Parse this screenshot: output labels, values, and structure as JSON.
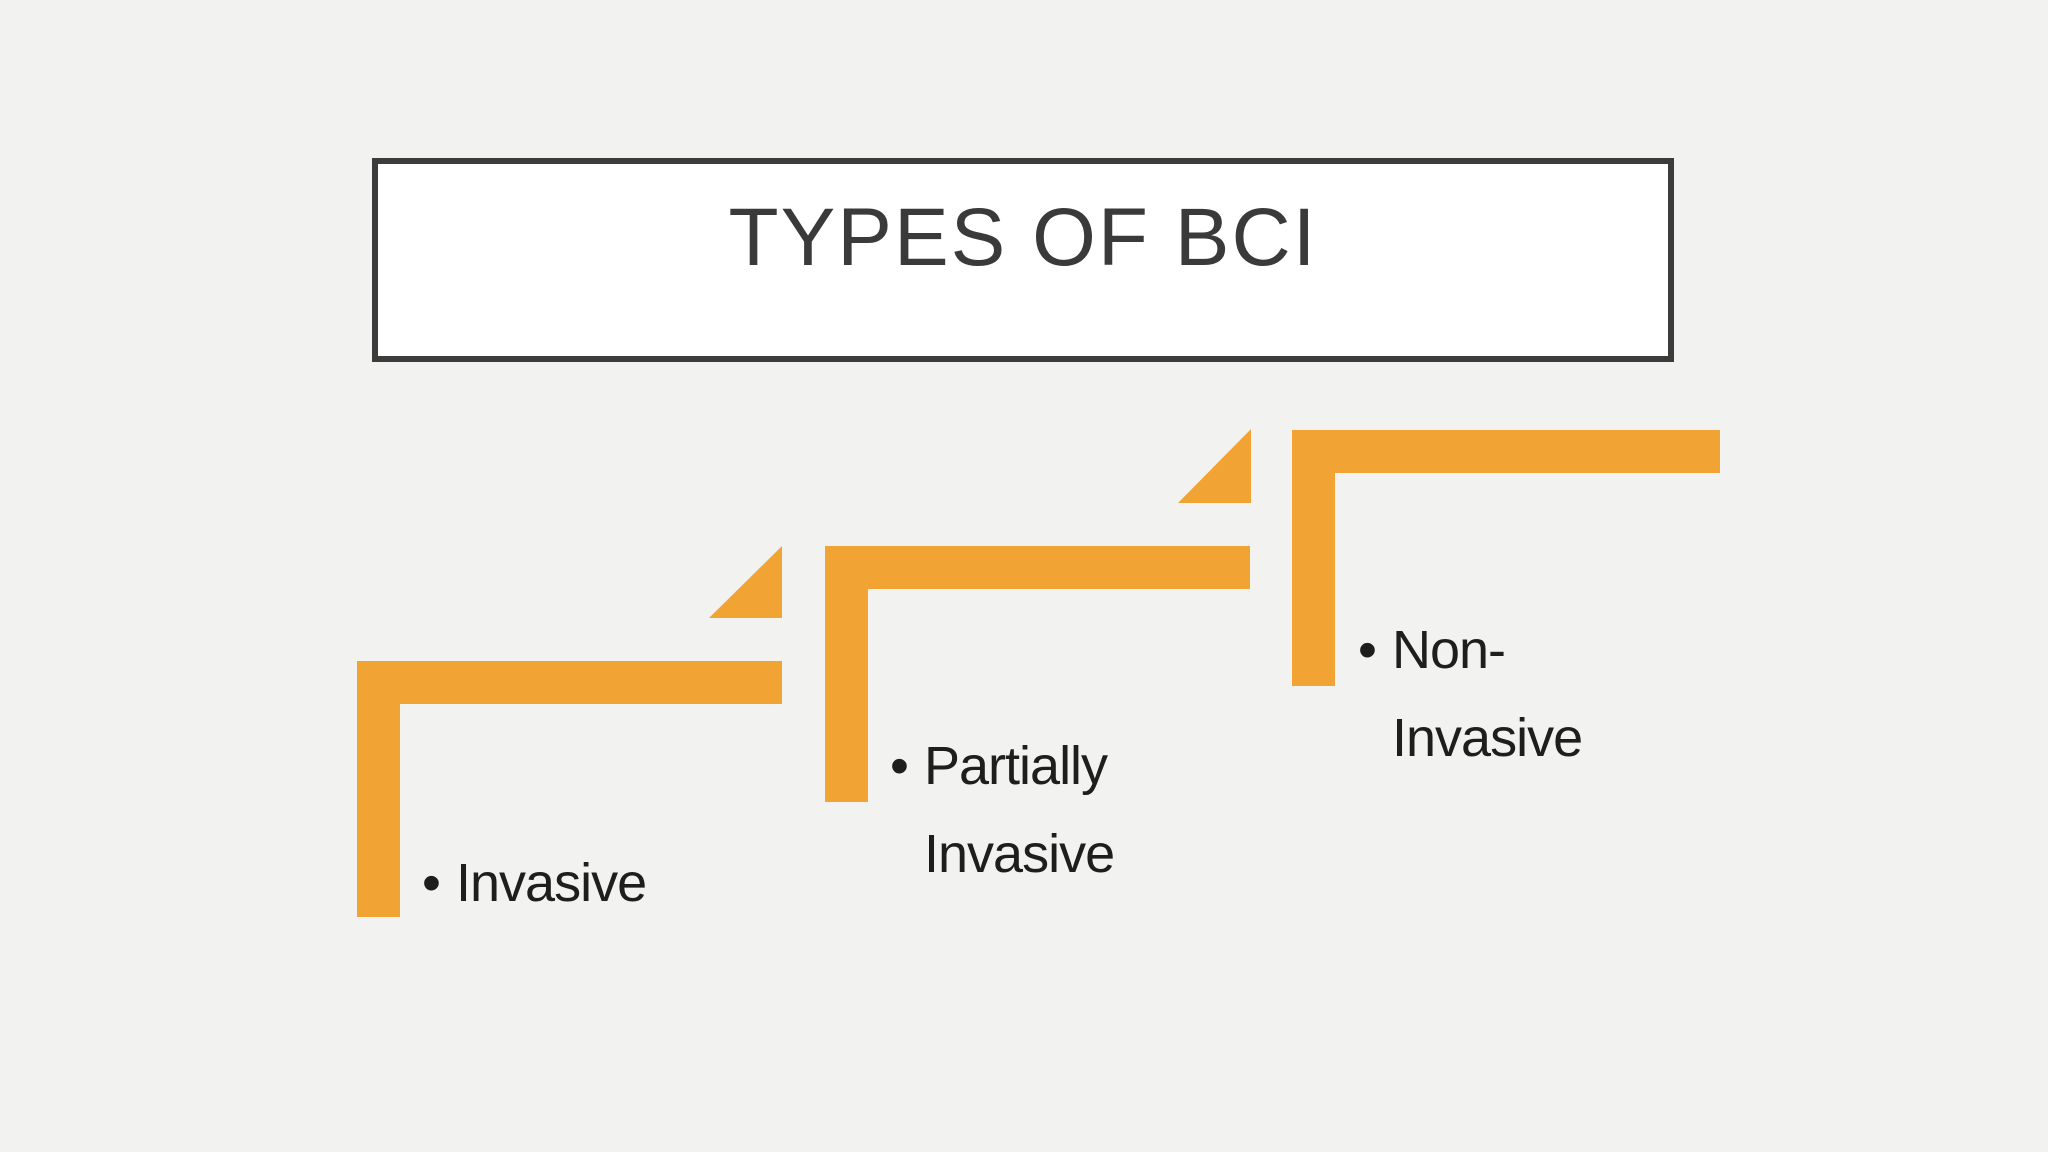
{
  "slide": {
    "title": "TYPES OF BCI",
    "bullet_char": "•",
    "colors": {
      "background": "#f2f2f0",
      "accent_orange": "#f1a434",
      "title_text": "#3a3a3a",
      "title_border": "#3c3c3c",
      "title_fill": "#ffffff",
      "body_text": "#1e1e1e"
    },
    "steps": [
      {
        "label": "Invasive",
        "lines": [
          "Invasive"
        ]
      },
      {
        "label": "Partially Invasive",
        "lines": [
          "Partially",
          "Invasive"
        ]
      },
      {
        "label": "Non-Invasive",
        "lines": [
          "Non-",
          "Invasive"
        ]
      }
    ]
  }
}
